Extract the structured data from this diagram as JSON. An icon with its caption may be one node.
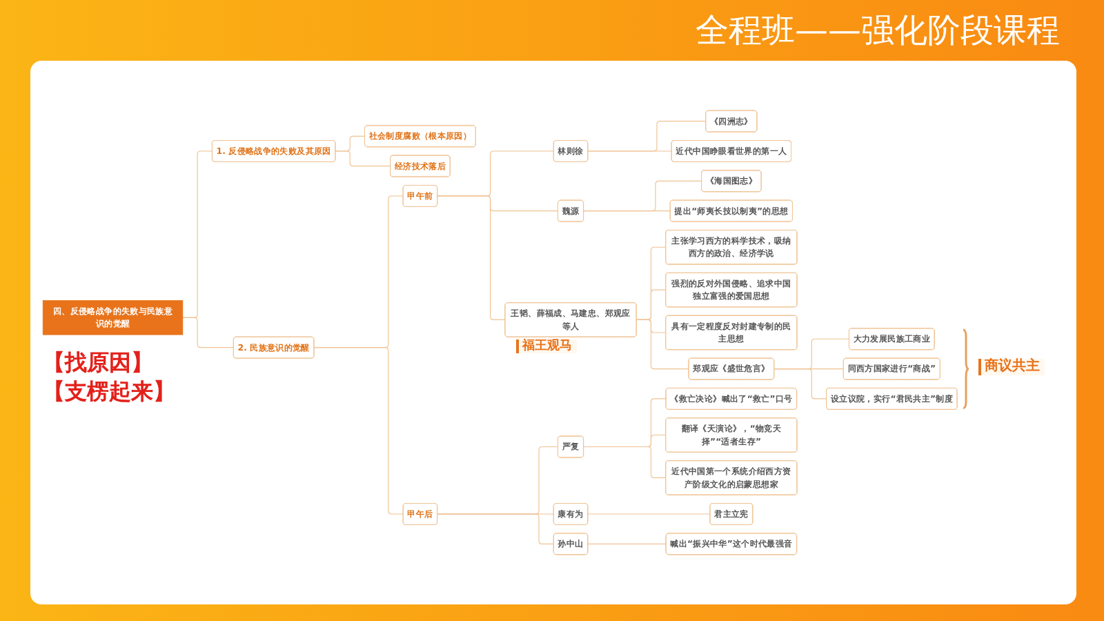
{
  "diagram": {
    "title": "全程班——强化阶段课程",
    "nodes": [
      {
        "text": [
          "四、反侵略战争的失败与民族意识的觉醒"
        ],
        "beside": [
          "【找原因】",
          "【支楞起来】"
        ]
      },
      {
        "text": [
          "1. 反侵略战争的失败及其原因"
        ]
      },
      {
        "text": [
          "社会制度腐败（根本原因）"
        ]
      },
      {
        "text": [
          "经济技术落后"
        ]
      },
      {
        "text": [
          "2. 民族意识的觉醒"
        ]
      },
      {
        "text": [
          "甲午前"
        ]
      },
      {
        "text": [
          "林则徐"
        ]
      },
      {
        "text": [
          "《四洲志》"
        ]
      },
      {
        "text": [
          "近代中国睁眼看世界的第一人"
        ]
      },
      {
        "text": [
          "魏源"
        ]
      },
      {
        "text": [
          "《海国图志》"
        ]
      },
      {
        "text": [
          "提出“师夷长技以制夷”的思想"
        ]
      },
      {
        "text": [
          "王韬、薛福成、马建忠、郑观应等人"
        ],
        "beside": [
          "福王观马"
        ]
      },
      {
        "text": [
          "主张学习西方的科学技术，吸纳西方的政治、经济学说"
        ]
      },
      {
        "text": [
          "强烈的反对外国侵略、追求中国独立富强的爱国思想"
        ]
      },
      {
        "text": [
          "具有一定程度反对封建专制的民主思想"
        ]
      },
      {
        "text": [
          "郑观应《盛世危言》"
        ]
      },
      {
        "text": [
          "大力发展民族工商业"
        ]
      },
      {
        "text": [
          "同西方国家进行“商战”"
        ]
      },
      {
        "text": [
          "设立议院，实行“君民共主”制度"
        ]
      },
      {
        "text": [
          "甲午后"
        ]
      },
      {
        "text": [
          "严复"
        ]
      },
      {
        "text": [
          "《救亡决论》喊出了“救亡”口号"
        ]
      },
      {
        "text": [
          "翻译《天演论》，“物竞天择”“适者生存”"
        ]
      },
      {
        "text": [
          "近代中国第一个系统介绍西方资产阶级文化的启蒙思想家"
        ]
      },
      {
        "text": [
          "康有为"
        ]
      },
      {
        "text": [
          "君主立宪"
        ]
      },
      {
        "text": [
          "孙中山"
        ]
      },
      {
        "text": [
          "喊出“振兴中华”这个时代最强音"
        ]
      }
    ],
    "edges": [
      {
        "from": 0,
        "to": 1,
        "arrow": "none"
      },
      {
        "from": 1,
        "to": 2,
        "arrow": "none"
      },
      {
        "from": 1,
        "to": 3,
        "arrow": "none"
      },
      {
        "from": 0,
        "to": 4,
        "arrow": "none"
      },
      {
        "from": 4,
        "to": 5,
        "arrow": "none"
      },
      {
        "from": 5,
        "to": 6,
        "arrow": "none"
      },
      {
        "from": 6,
        "to": 7,
        "arrow": "none"
      },
      {
        "from": 6,
        "to": 8,
        "arrow": "none"
      },
      {
        "from": 5,
        "to": 9,
        "arrow": "none"
      },
      {
        "from": 9,
        "to": 10,
        "arrow": "none"
      },
      {
        "from": 9,
        "to": 11,
        "arrow": "none"
      },
      {
        "from": 5,
        "to": 12,
        "arrow": "none"
      },
      {
        "from": 12,
        "to": 13,
        "arrow": "none"
      },
      {
        "from": 12,
        "to": 14,
        "arrow": "none"
      },
      {
        "from": 12,
        "to": 15,
        "arrow": "none"
      },
      {
        "from": 12,
        "to": 16,
        "arrow": "none"
      },
      {
        "from": 16,
        "to": 17,
        "arrow": "none"
      },
      {
        "from": 16,
        "to": 18,
        "arrow": "none"
      },
      {
        "from": 16,
        "to": 19,
        "arrow": "none"
      },
      {
        "from": 4,
        "to": 20,
        "arrow": "none"
      },
      {
        "from": 20,
        "to": 21,
        "arrow": "none"
      },
      {
        "from": 21,
        "to": 22,
        "arrow": "none"
      },
      {
        "from": 21,
        "to": 23,
        "arrow": "none"
      },
      {
        "from": 21,
        "to": 24,
        "arrow": "none"
      },
      {
        "from": 20,
        "to": 25,
        "arrow": "none"
      },
      {
        "from": 25,
        "to": 26,
        "arrow": "none"
      },
      {
        "from": 20,
        "to": 27,
        "arrow": "none"
      },
      {
        "from": 27,
        "to": 28,
        "arrow": "none"
      }
    ],
    "labels": [
      "商议共主"
    ]
  }
}
